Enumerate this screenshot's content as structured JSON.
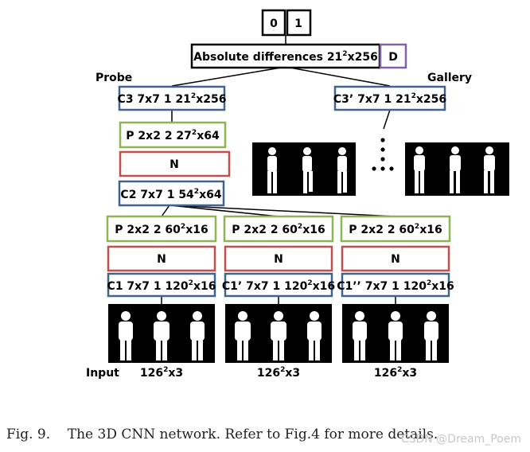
{
  "output": {
    "class0": "0",
    "class1": "1"
  },
  "abs_diff": {
    "label": "Absolute differences 21",
    "sup": "2",
    "suffix": "x256"
  },
  "d_box": {
    "label": "D"
  },
  "probe_label": "Probe",
  "gallery_label": "Gallery",
  "c3": {
    "label": "C3 7x7 1 21",
    "sup": "2",
    "suffix": "x256"
  },
  "c3p": {
    "label": "C3’ 7x7 1 21",
    "sup": "2",
    "suffix": "x256"
  },
  "p_upper": {
    "label": "P 2x2 2 27",
    "sup": "2",
    "suffix": "x64"
  },
  "n_upper": {
    "label": "N"
  },
  "c2": {
    "label": "C2 7x7 1 54",
    "sup": "2",
    "suffix": "x64"
  },
  "columns": [
    {
      "pool": {
        "label": "P 2x2 2 60",
        "sup": "2",
        "suffix": "x16"
      },
      "norm": "N",
      "conv": {
        "label": "C1 7x7 1 120",
        "sup": "2",
        "suffix": "x16"
      },
      "input_size": {
        "label": "126",
        "sup": "2",
        "suffix": "x3"
      }
    },
    {
      "pool": {
        "label": "P 2x2 2 60",
        "sup": "2",
        "suffix": "x16"
      },
      "norm": "N",
      "conv": {
        "label": "C1’ 7x7 1 120",
        "sup": "2",
        "suffix": "x16"
      },
      "input_size": {
        "label": "126",
        "sup": "2",
        "suffix": "x3"
      }
    },
    {
      "pool": {
        "label": "P 2x2 2 60",
        "sup": "2",
        "suffix": "x16"
      },
      "norm": "N",
      "conv": {
        "label": "C1’’ 7x7 1 120",
        "sup": "2",
        "suffix": "x16"
      },
      "input_size": {
        "label": "126",
        "sup": "2",
        "suffix": "x3"
      }
    }
  ],
  "input_label": "Input",
  "caption": "Fig. 9.    The 3D CNN network. Refer to Fig.4 for more details.",
  "watermark": "CSDN @Dream_Poem",
  "colors": {
    "blue": "#41648f",
    "green": "#8db552",
    "red": "#c0504d",
    "purple": "#8064a2",
    "black": "#000000"
  }
}
